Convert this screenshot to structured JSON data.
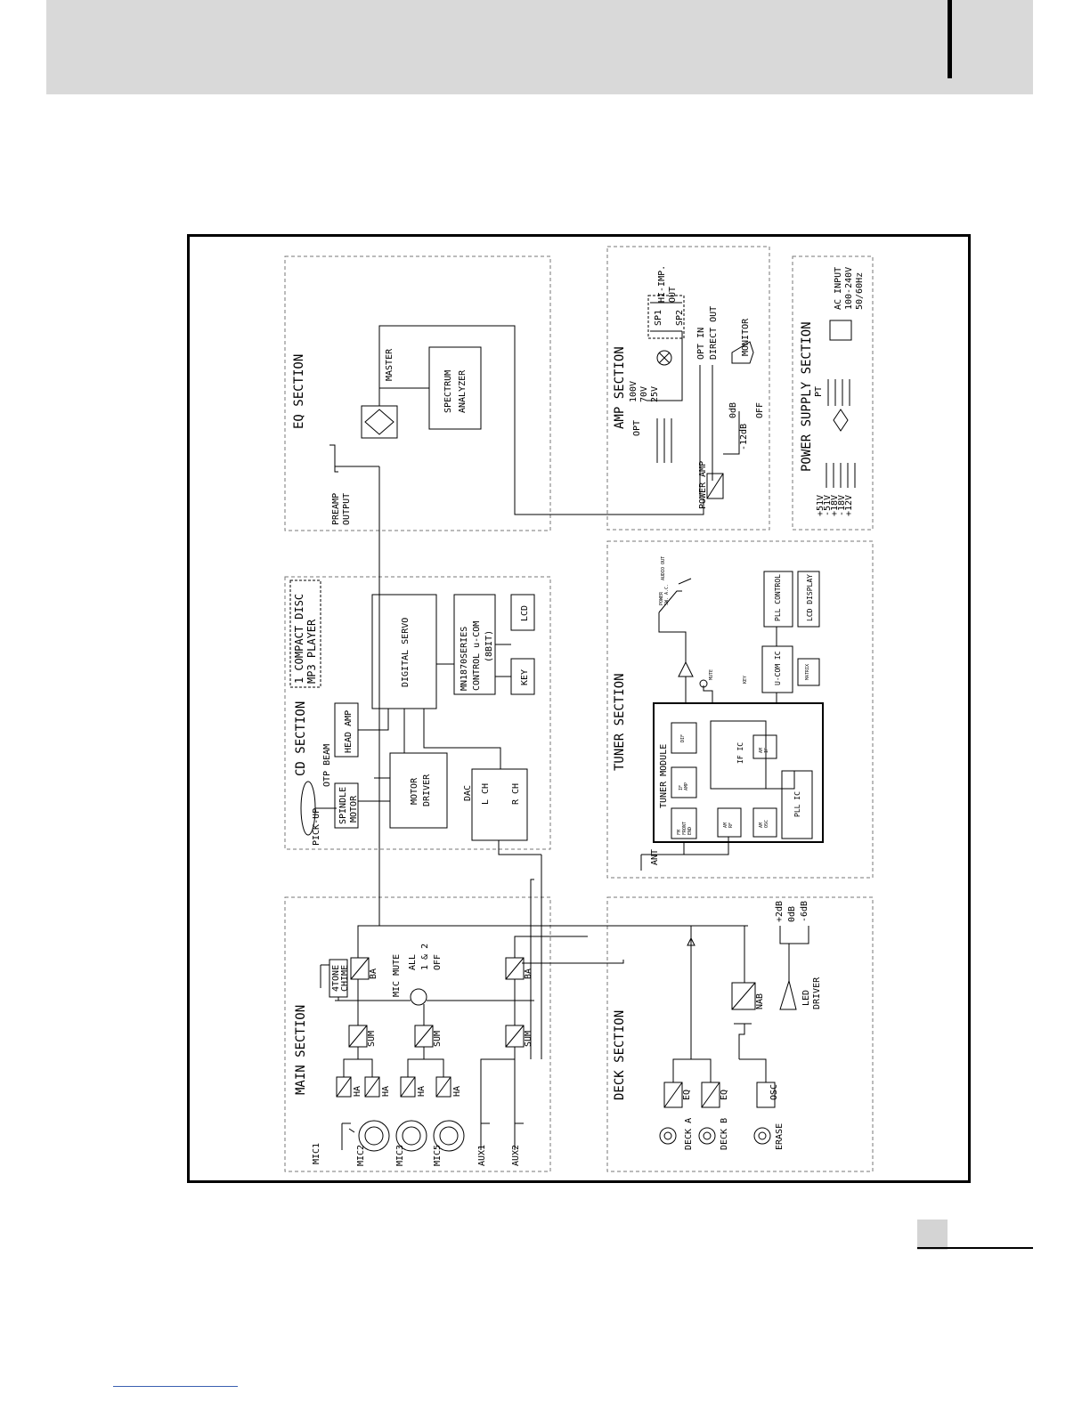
{
  "sections": {
    "main": "MAIN SECTION",
    "cd": "CD SECTION",
    "cd_badge_line1": "1 COMPACT DISC",
    "cd_badge_line2": "MP3 PLAYER",
    "eq": "EQ SECTION",
    "amp": "AMP SECTION",
    "power": "POWER SUPPLY SECTION",
    "deck": "DECK SECTION",
    "tuner": "TUNER SECTION"
  },
  "main": {
    "inputs": [
      "MIC1",
      "MIC2",
      "MIC3",
      "MIC5",
      "AUX1",
      "AUX2"
    ],
    "ha": "HA",
    "sum": "SUM",
    "ba": "BA",
    "chime_line1": "4TONE",
    "chime_line2": "CHIME",
    "mic_mute": "MIC MUTE",
    "mute_options": [
      "ALL",
      "1 & 2",
      "OFF"
    ]
  },
  "cd": {
    "pickup": "PICK-UP",
    "otp_beam": "OTP BEAM",
    "spindle_line1": "SPINDLE",
    "spindle_line2": "MOTOR",
    "head_amp": "HEAD AMP",
    "motor_driver_line1": "MOTOR",
    "motor_driver_line2": "DRIVER",
    "digital_servo": "DIGITAL SERVO",
    "control_line1": "MN1870SERIES",
    "control_line2": "CONTROL u-COM",
    "control_line3": "(8BIT)",
    "lcd": "LCD",
    "key": "KEY",
    "dac": "DAC",
    "lch": "L CH",
    "rch": "R CH"
  },
  "eq": {
    "preamp_line1": "PREAMP",
    "preamp_line2": "OUTPUT",
    "master": "MASTER",
    "spectrum_line1": "SPECTRUM",
    "spectrum_line2": "ANALYZER"
  },
  "amp": {
    "power_amp": "POWER AMP",
    "opt": "OPT",
    "taps": [
      "100V",
      "70V",
      "25V"
    ],
    "sp1": "SP1",
    "sp2": "SP2",
    "hi_imp_line1": "HI-IMP.",
    "hi_imp_line2": "OUT",
    "opt_in": "OPT IN",
    "direct_out": "DIRECT OUT",
    "odb": "0dB",
    "minus12db": "-12dB",
    "off": "OFF",
    "monitor": "MONITOR"
  },
  "power": {
    "rails": [
      "+51V",
      "-51V",
      "+18V",
      "-18V",
      "+12V"
    ],
    "pt": "PT",
    "ac_line1": "AC INPUT",
    "ac_line2": "100-240V",
    "ac_line3": "50/60Hz"
  },
  "deck": {
    "deck_a": "DECK A",
    "deck_b": "DECK B",
    "erase": "ERASE",
    "eq": "EQ",
    "osc": "OSC",
    "nab": "NAB",
    "led_line1": "LED",
    "led_line2": "DRIVER",
    "levels": [
      "+2dB",
      "0dB",
      "-6dB"
    ]
  },
  "tuner": {
    "ant": "ANT",
    "module": "TUNER MODULE",
    "fm_front_line1": "FM",
    "fm_front_line2": "FRONT",
    "fm_front_line3": "END",
    "am_rf_line1": "AM",
    "am_rf_line2": "RF",
    "am_osc_line1": "AM",
    "am_osc_line2": "OSC",
    "if_amp_line1": "IF",
    "if_amp_line2": "AMP",
    "if_ic": "IF IC",
    "dif": "DIF",
    "am_if_line1": "AM",
    "am_if_line2": "IF",
    "pll_ic": "PLL IC",
    "u_com_ic": "U-COM IC",
    "key_matrix_line1": "KEY",
    "key_matrix_line2": "MATRIX",
    "mute": "MUTE",
    "power_sw_line1": "POWER",
    "power_sw_line2": "SW. A.C.",
    "audio_out": "AUDIO OUT",
    "pll_control": "PLL CONTROL",
    "lcd_display": "LCD DISPLAY"
  }
}
